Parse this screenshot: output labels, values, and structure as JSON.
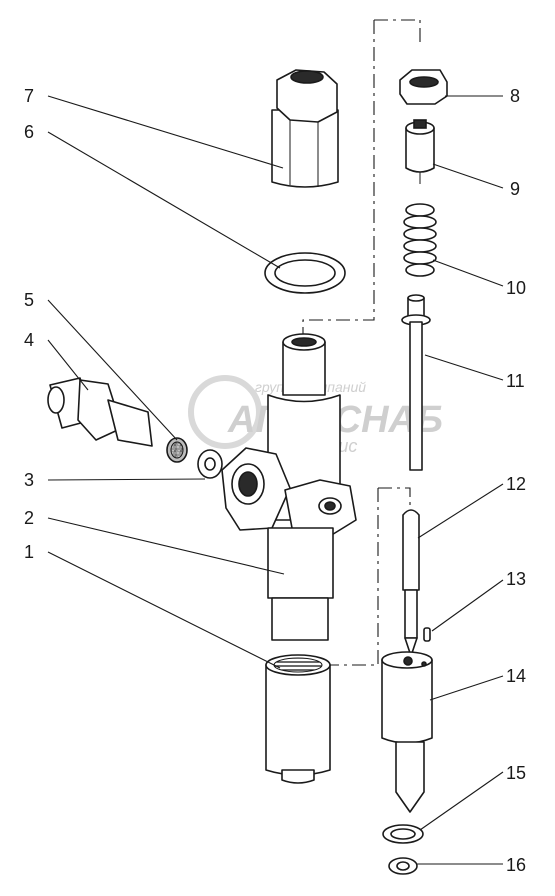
{
  "watermark": {
    "line1": "группа компаний",
    "line2": "АГРОСНАБ",
    "line3": "сервис"
  },
  "callouts": [
    {
      "id": "1",
      "label": "1"
    },
    {
      "id": "2",
      "label": "2"
    },
    {
      "id": "3",
      "label": "3"
    },
    {
      "id": "4",
      "label": "4"
    },
    {
      "id": "5",
      "label": "5"
    },
    {
      "id": "6",
      "label": "6"
    },
    {
      "id": "7",
      "label": "7"
    },
    {
      "id": "8",
      "label": "8"
    },
    {
      "id": "9",
      "label": "9"
    },
    {
      "id": "10",
      "label": "10"
    },
    {
      "id": "11",
      "label": "11"
    },
    {
      "id": "12",
      "label": "12"
    },
    {
      "id": "13",
      "label": "13"
    },
    {
      "id": "14",
      "label": "14"
    },
    {
      "id": "15",
      "label": "15"
    },
    {
      "id": "16",
      "label": "16"
    }
  ],
  "colors": {
    "ink": "#1a1a1a",
    "watermark": "#cfcfcf",
    "background": "#ffffff"
  }
}
